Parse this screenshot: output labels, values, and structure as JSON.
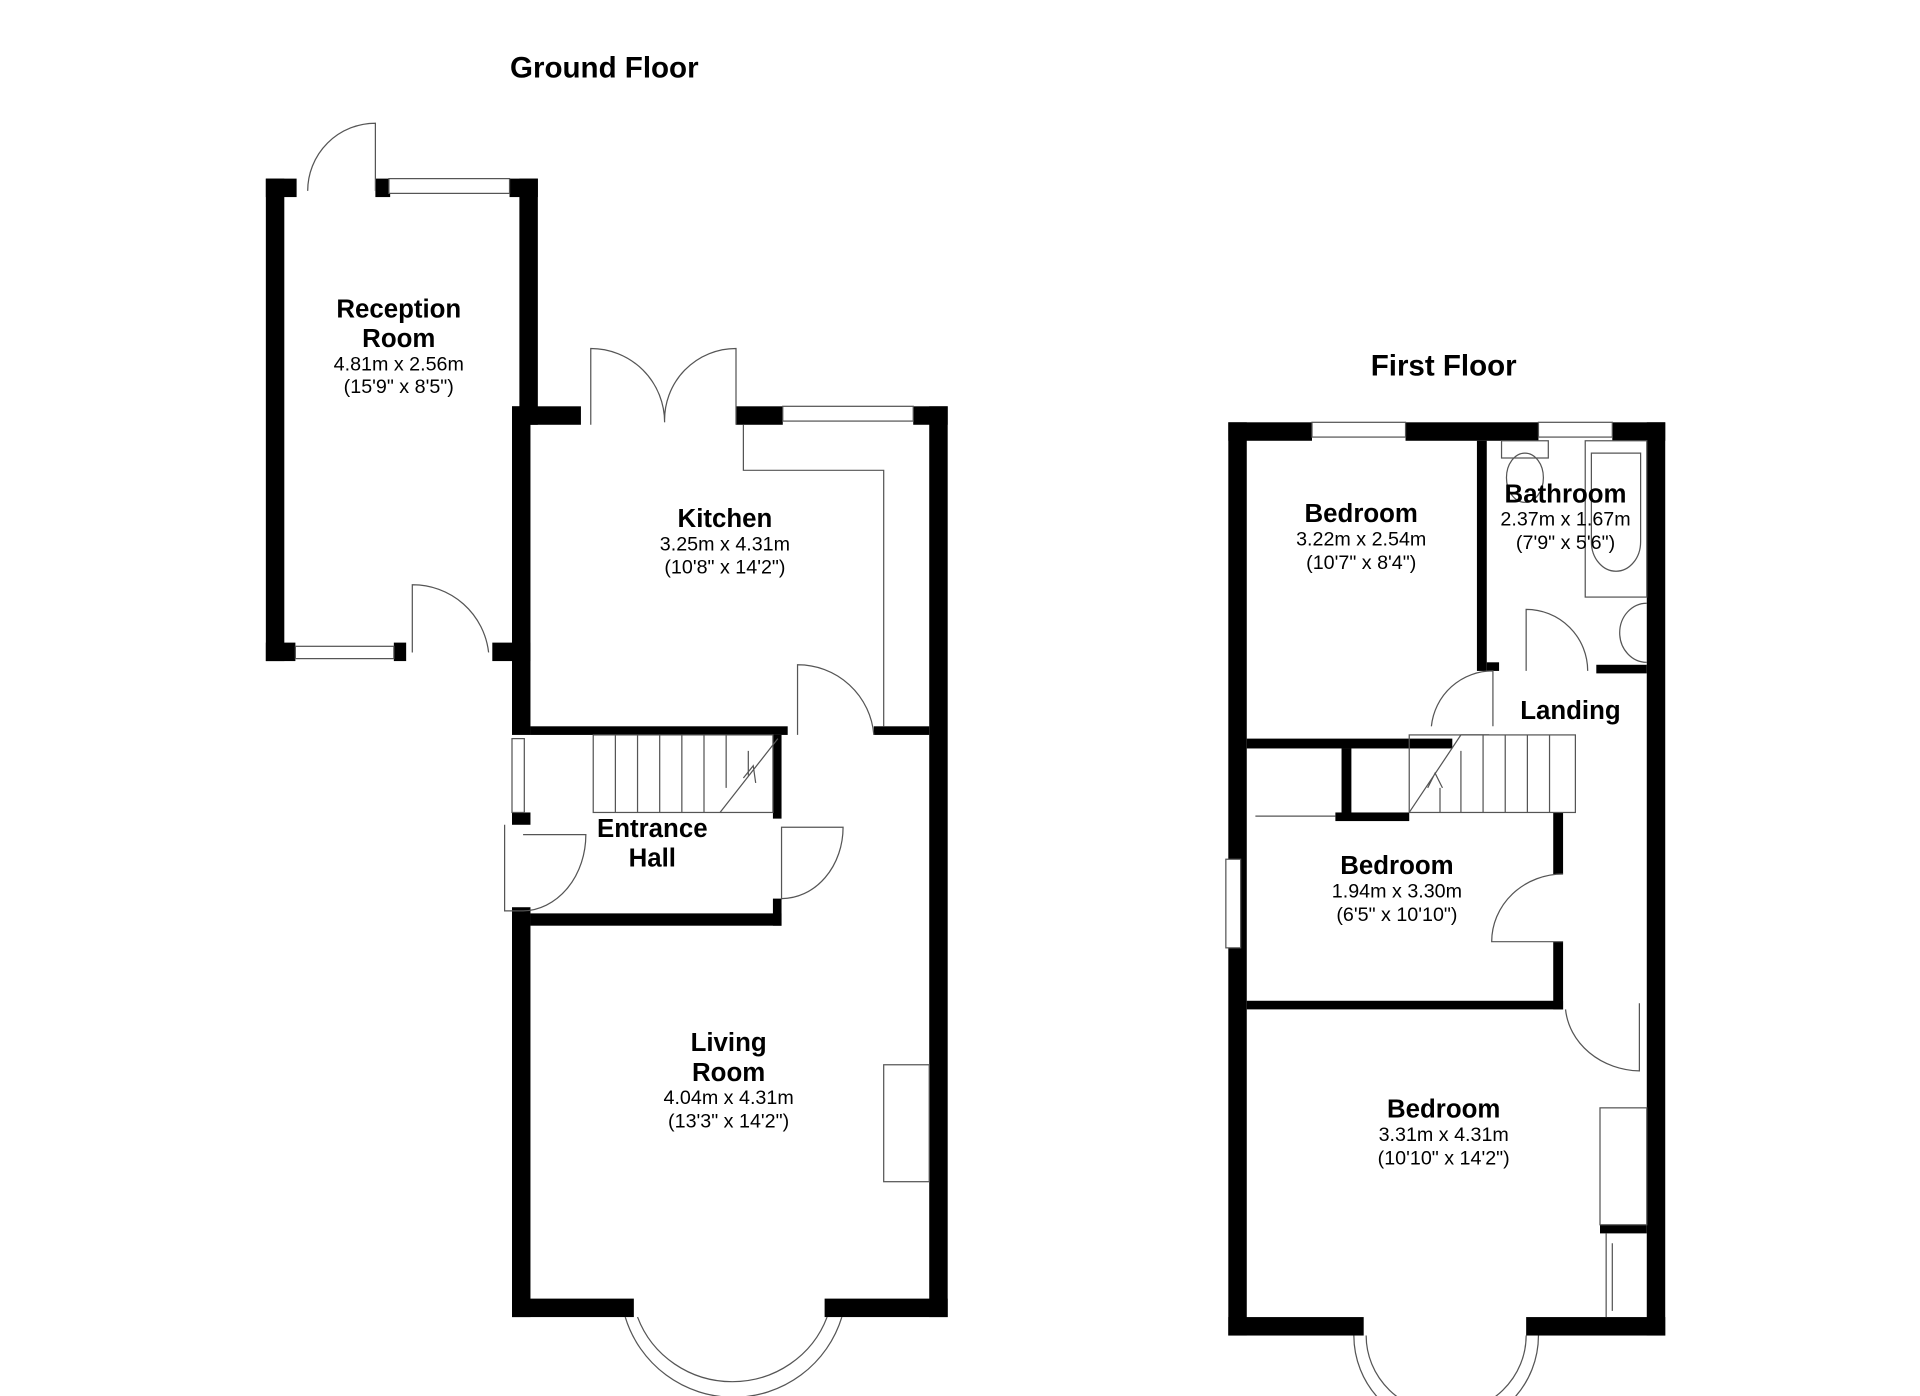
{
  "ground_floor": {
    "title": "Ground Floor",
    "rooms": [
      {
        "name_line1": "Reception",
        "name_line2": "Room",
        "metric": "4.81m x 2.56m",
        "imperial": "(15'9\" x 8'5\")"
      },
      {
        "name_line1": "Kitchen",
        "metric": "3.25m x 4.31m",
        "imperial": "(10'8\" x 14'2\")"
      },
      {
        "name_line1": "Entrance",
        "name_line2": "Hall"
      },
      {
        "name_line1": "Living",
        "name_line2": "Room",
        "metric": "4.04m x 4.31m",
        "imperial": "(13'3\" x 14'2\")"
      }
    ]
  },
  "first_floor": {
    "title": "First Floor",
    "rooms": [
      {
        "name_line1": "Bedroom",
        "metric": "3.22m x 2.54m",
        "imperial": "(10'7\" x 8'4\")"
      },
      {
        "name_line1": "Bathroom",
        "metric": "2.37m x 1.67m",
        "imperial": "(7'9\" x 5'6\")"
      },
      {
        "name_line1": "Landing"
      },
      {
        "name_line1": "Bedroom",
        "metric": "1.94m x 3.30m",
        "imperial": "(6'5\" x 10'10\")"
      },
      {
        "name_line1": "Bedroom",
        "metric": "3.31m x 4.31m",
        "imperial": "(10'10\" x 14'2\")"
      }
    ]
  },
  "colors": {
    "walls": "#000000",
    "fixtures": "#555555",
    "background": "#ffffff"
  }
}
